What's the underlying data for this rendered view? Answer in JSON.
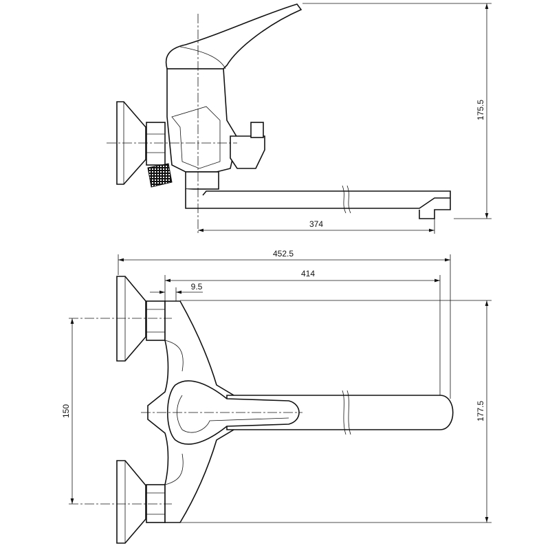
{
  "drawing": {
    "side_view": {
      "height_dim": "175.5",
      "spout_length_dim": "374"
    },
    "top_view": {
      "overall_length_dim": "452.5",
      "spout_reach_dim": "414",
      "offset_dim": "9.5",
      "inlet_spacing_dim": "150",
      "overall_width_dim": "177.5"
    }
  }
}
